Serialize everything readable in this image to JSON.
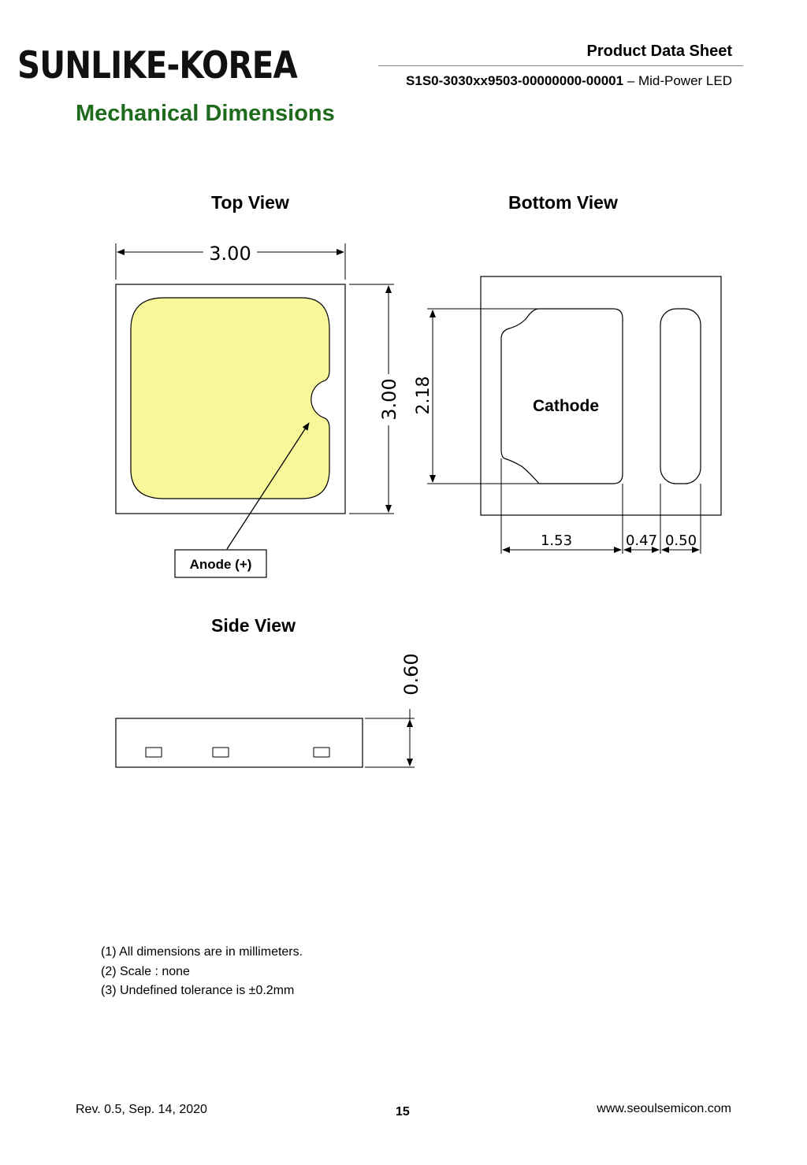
{
  "header": {
    "brand": "SUNLIKE-KOREA",
    "doc_type": "Product Data Sheet",
    "part_number": "S1S0-3030xx9503-00000000-00001",
    "part_suffix": " – Mid-Power LED"
  },
  "section_title": "Mechanical Dimensions",
  "views": {
    "top": {
      "title": "Top View",
      "width_dim": "3.00",
      "height_dim": "3.00",
      "anode_label": "Anode (+)"
    },
    "bottom": {
      "title": "Bottom View",
      "cathode_label": "Cathode",
      "pad_height_dim": "2.18",
      "pad_width_dim": "1.53",
      "gap_dim": "0.47",
      "small_pad_dim": "0.50"
    },
    "side": {
      "title": "Side View",
      "thickness_dim": "0.60"
    }
  },
  "colors": {
    "title_green": "#1e6b1e",
    "lens_fill": "#f8f89a"
  },
  "notes": [
    "(1) All dimensions are in millimeters.",
    "(2) Scale :  none",
    "(3) Undefined tolerance is ±0.2mm"
  ],
  "footer": {
    "revision": "Rev. 0.5, Sep. 14, 2020",
    "page": "15",
    "website": "www.seoulsemicon.com"
  }
}
